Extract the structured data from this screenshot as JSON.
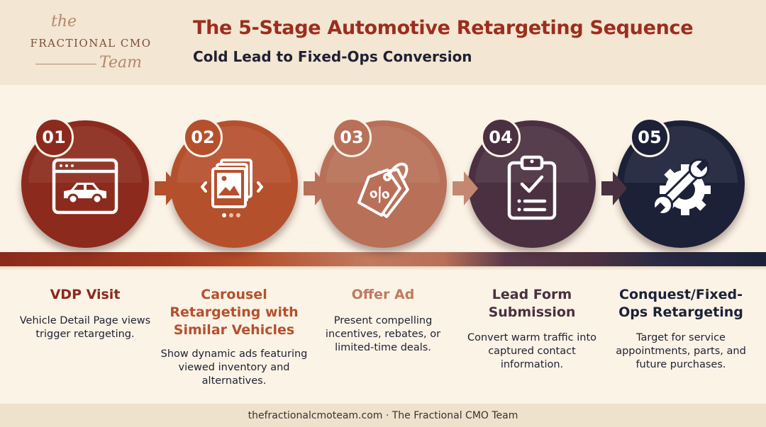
{
  "logo": {
    "the": "the",
    "main": "FRACTIONAL CMO",
    "team": "Team"
  },
  "header": {
    "title": "The 5-Stage Automotive Retargeting Sequence",
    "subtitle": "Cold Lead to Fixed-Ops Conversion"
  },
  "stages": [
    {
      "number": "01",
      "title": "VDP Visit",
      "description": "Vehicle Detail Page views trigger retargeting.",
      "color": "#8b2a1d",
      "icon": "browser-car-icon"
    },
    {
      "number": "02",
      "title": "Carousel Retargeting with Similar Vehicles",
      "description": "Show dynamic ads featuring viewed inventory and alternatives.",
      "color": "#b5502d",
      "icon": "image-carousel-icon"
    },
    {
      "number": "03",
      "title": "Offer Ad",
      "description": "Present compelling incentives, rebates, or limited-time deals.",
      "color": "#b87058",
      "icon": "discount-tag-icon"
    },
    {
      "number": "04",
      "title": "Lead Form Submission",
      "description": "Convert warm traffic into captured contact information.",
      "color": "#4a3040",
      "icon": "clipboard-check-icon"
    },
    {
      "number": "05",
      "title": "Conquest/Fixed-Ops Retargeting",
      "description": "Target for service appointments, parts, and future purchases.",
      "color": "#1c2138",
      "icon": "wrench-gear-icon"
    }
  ],
  "footer": {
    "text": "thefractionalcmoteam.com · The Fractional CMO Team"
  }
}
